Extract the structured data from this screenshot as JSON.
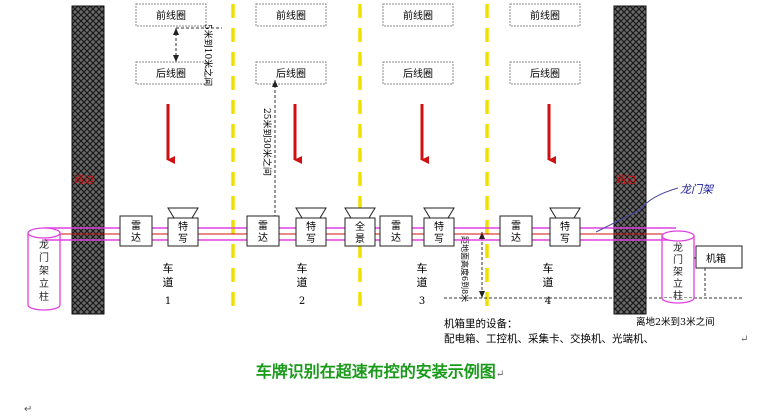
{
  "colors": {
    "magenta": "#e040e0",
    "red": "#d01010",
    "yellow": "#f0e000",
    "caption_green": "#1a9a1a",
    "hatch": "#222222",
    "blue_line": "#4a4aa8"
  },
  "coil_labels": {
    "front": "前线圈",
    "rear": "后线圈"
  },
  "distance_labels": {
    "coil_spacing": "5米到10米之间",
    "camera_to_coil": "25米到30米之间",
    "camera_height": "距地面高度6到8米"
  },
  "side_labels": {
    "left_road_edge": "路边",
    "right_road_edge": "路边"
  },
  "gantry_label": "龙门架",
  "pillar_label": "龙门架立柱",
  "device_labels": {
    "radar": "雷达",
    "special": "特写",
    "panorama": "全景"
  },
  "lanes": [
    {
      "label": "车道",
      "number": "1"
    },
    {
      "label": "车道",
      "number": "2"
    },
    {
      "label": "车道",
      "number": "3"
    },
    {
      "label": "车道",
      "number": "4"
    }
  ],
  "cabinet_label": "机箱",
  "cabinet_height": "离地2米到3米之间",
  "equipment_title": "机箱里的设备：",
  "equipment_list": "配电箱、工控机、采集卡、交换机、光端机、",
  "caption": "车牌识别在超速布控的安装示例图",
  "return_mark": "↵",
  "icons": [
    "red-down-arrow-icon",
    "return-mark-icon"
  ]
}
